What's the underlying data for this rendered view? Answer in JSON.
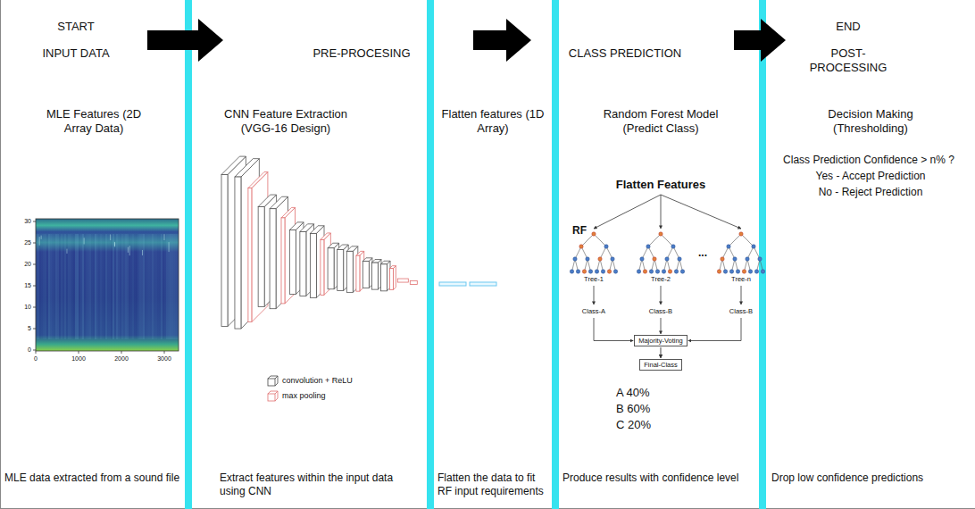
{
  "diagram": {
    "nodes": [
      {
        "text": [
          "Majority-Voting"
        ]
      },
      {
        "text": [
          "Final-Class"
        ]
      }
    ],
    "edges": [
      {
        "from": 0,
        "to": 1,
        "arrow": "to"
      }
    ],
    "labels": [
      "START",
      "INPUT DATA",
      "PRE-PROCESING",
      "CLASS PREDICTION",
      "END",
      "POST-PROCESSING",
      "MLE Features (2D Array Data)",
      "CNN Feature Extraction (VGG-16 Design)",
      "Flatten features (1D Array)",
      "Random Forest Model (Predict Class)",
      "Decision Making (Thresholding)",
      "30",
      "25",
      "20",
      "15",
      "10",
      "5",
      "0",
      "0",
      "1000",
      "2000",
      "3000",
      "Flatten Features",
      "RF",
      "Tree-1",
      "Tree-2",
      "...",
      "Tree-n",
      "Class-A",
      "Class-B",
      "Class-B",
      "A 40%",
      "B 60%",
      "C 20%",
      "Class Prediction Confidence > n% ?",
      "Yes - Accept Prediction",
      "No - Reject Prediction",
      "MLE data extracted from a sound file",
      "Extract features within the input data using CNN",
      "Flatten the data to fit RF input requirements",
      "Produce results with confidence level",
      "Drop low confidence predictions"
    ],
    "legend": [
      {
        "text": "convolution + ReLU"
      },
      {
        "text": "max pooling"
      }
    ]
  }
}
